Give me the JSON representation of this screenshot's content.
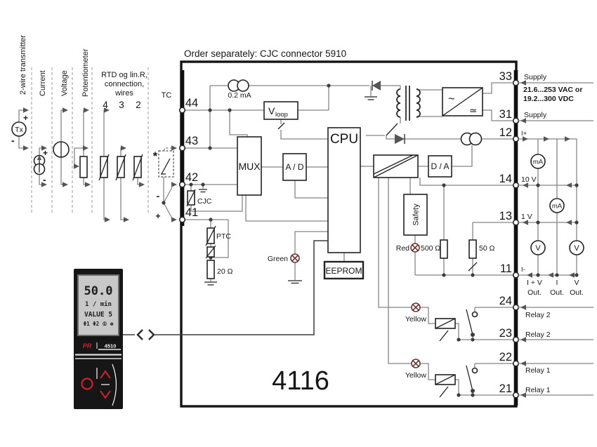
{
  "header": {
    "order_note": "Order separately: CJC connector 5910"
  },
  "model_number": "4116",
  "inputs": {
    "two_wire": "2-wire transmitter",
    "current": "Current",
    "voltage": "Voltage",
    "potentiometer": "Potentiometer",
    "rtd_line1": "RTD og lin.R,",
    "rtd_line2": "connection,",
    "rtd_line3": "wires",
    "wire4": "4",
    "wire3": "3",
    "wire2": "2",
    "tc": "TC",
    "star": "*",
    "tx": "Tx",
    "plus": "+",
    "minus": "-"
  },
  "blocks": {
    "mux": "MUX",
    "ad": "A / D",
    "cpu": "CPU",
    "da": "D / A",
    "eeprom": "EEPROM",
    "vloop_v": "V",
    "vloop_sub": "loop",
    "safety": "Safety",
    "cjc": "CJC",
    "ptc": "PTC",
    "r20": "20 Ω",
    "r500": "500 Ω",
    "r50": "50 Ω",
    "i02": "0.2 mA",
    "ac_wave": "~",
    "dc_wave": "≃"
  },
  "indicators": {
    "green": "Green",
    "red": "Red",
    "yellow": "Yellow"
  },
  "terminals": {
    "t44": "44",
    "t43": "43",
    "t42": "42",
    "t41": "41",
    "t33": "33",
    "t31": "31",
    "t12": "12",
    "t14": "14",
    "t13": "13",
    "t11": "11",
    "t24": "24",
    "t23": "23",
    "t22": "22",
    "t21": "21"
  },
  "right_labels": {
    "supply": "Supply",
    "vac": "21.6...253 VAC or",
    "vdc": "19.2...300 VDC",
    "i_plus": "I+",
    "v10": "10 V",
    "v1": "1 V",
    "i_minus": "I-",
    "relay2": "Relay 2",
    "relay1": "Relay 1",
    "out_iv": "I + V",
    "out_i": "I",
    "out_v": "V",
    "out": "Out."
  },
  "meters": {
    "ma": "mA",
    "v": "V"
  },
  "panel": {
    "value": "50.0",
    "unit": "1 / min",
    "row3": "VALUE 5",
    "icons": "Φ1 Φ2 ① ⊛",
    "brand": "PR",
    "model": "4510"
  }
}
